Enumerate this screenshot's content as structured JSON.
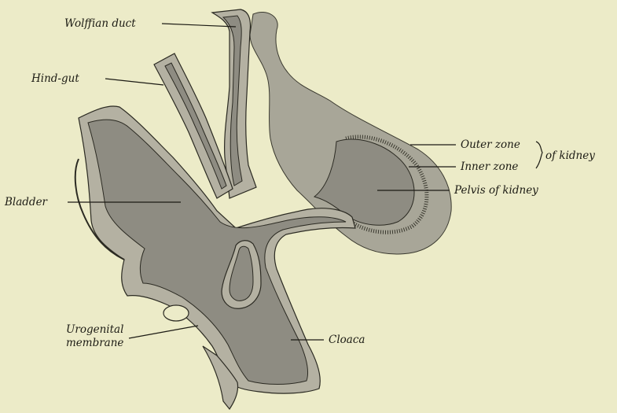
{
  "labels": {
    "wolffian_duct": "Wolffian duct",
    "hind_gut": "Hind-gut",
    "bladder": "Bladder",
    "urogenital_membrane_line1": "Urogenital",
    "urogenital_membrane_line2": "membrane",
    "outer_zone": "Outer zone",
    "inner_zone": "Inner zone",
    "of_kidney": "of kidney",
    "pelvis_of_kidney": "Pelvis of kidney",
    "cloaca": "Cloaca"
  },
  "colors": {
    "background": "#ecebc8",
    "tissue_wall": "#b4b1a2",
    "lumen": "#8e8c82",
    "mesenchyme": "#a8a698",
    "ink": "#1c1b14"
  }
}
